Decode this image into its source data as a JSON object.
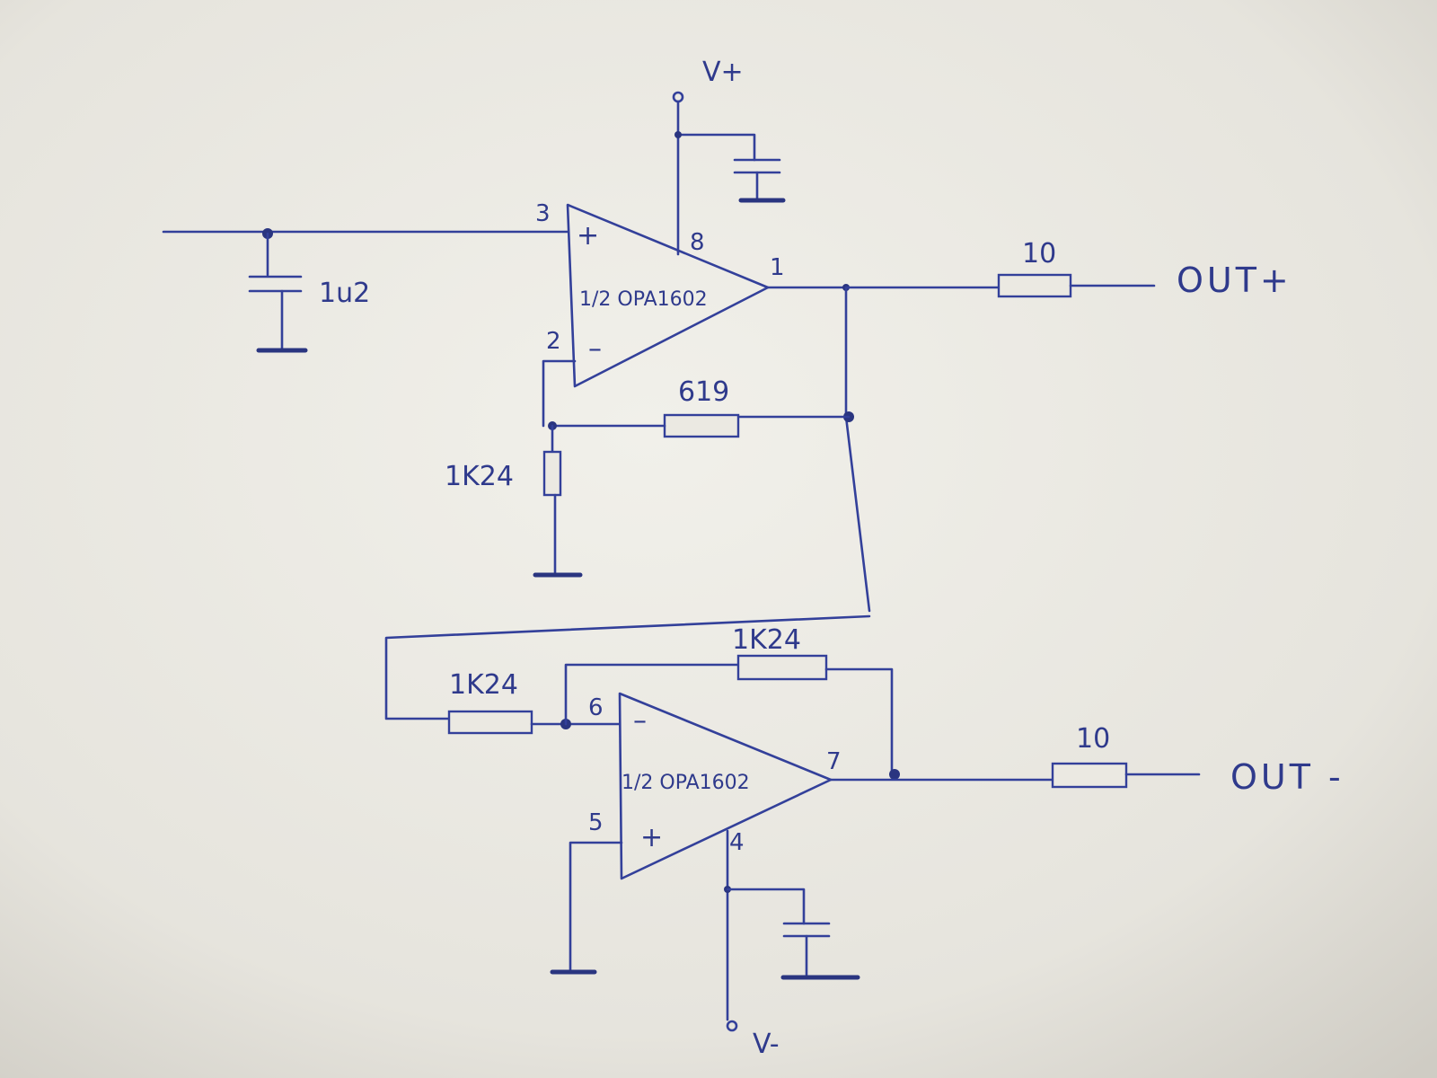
{
  "supply": {
    "positive": "V+",
    "negative": "V-"
  },
  "outputs": {
    "positive": "OUT+",
    "negative": "OUT -"
  },
  "opamps": [
    {
      "part": "1/2 OPA1602",
      "plus": "+",
      "minus": "–",
      "pins": {
        "plus": "3",
        "minus": "2",
        "out": "1",
        "supply": "8"
      }
    },
    {
      "part": "1/2 OPA1602",
      "plus": "+",
      "minus": "–",
      "pins": {
        "plus": "5",
        "minus": "6",
        "out": "7",
        "supply": "4"
      }
    }
  ],
  "components": {
    "input_cap": "1u2",
    "r_feedback_top": "619",
    "r_ground_top": "1K24",
    "r_out_top": "10",
    "r_input_bottom": "1K24",
    "r_feedback_bottom": "1K24",
    "r_out_bottom": "10"
  },
  "colors": {
    "ink": "#33409a",
    "paper": "#ebe9e2"
  }
}
